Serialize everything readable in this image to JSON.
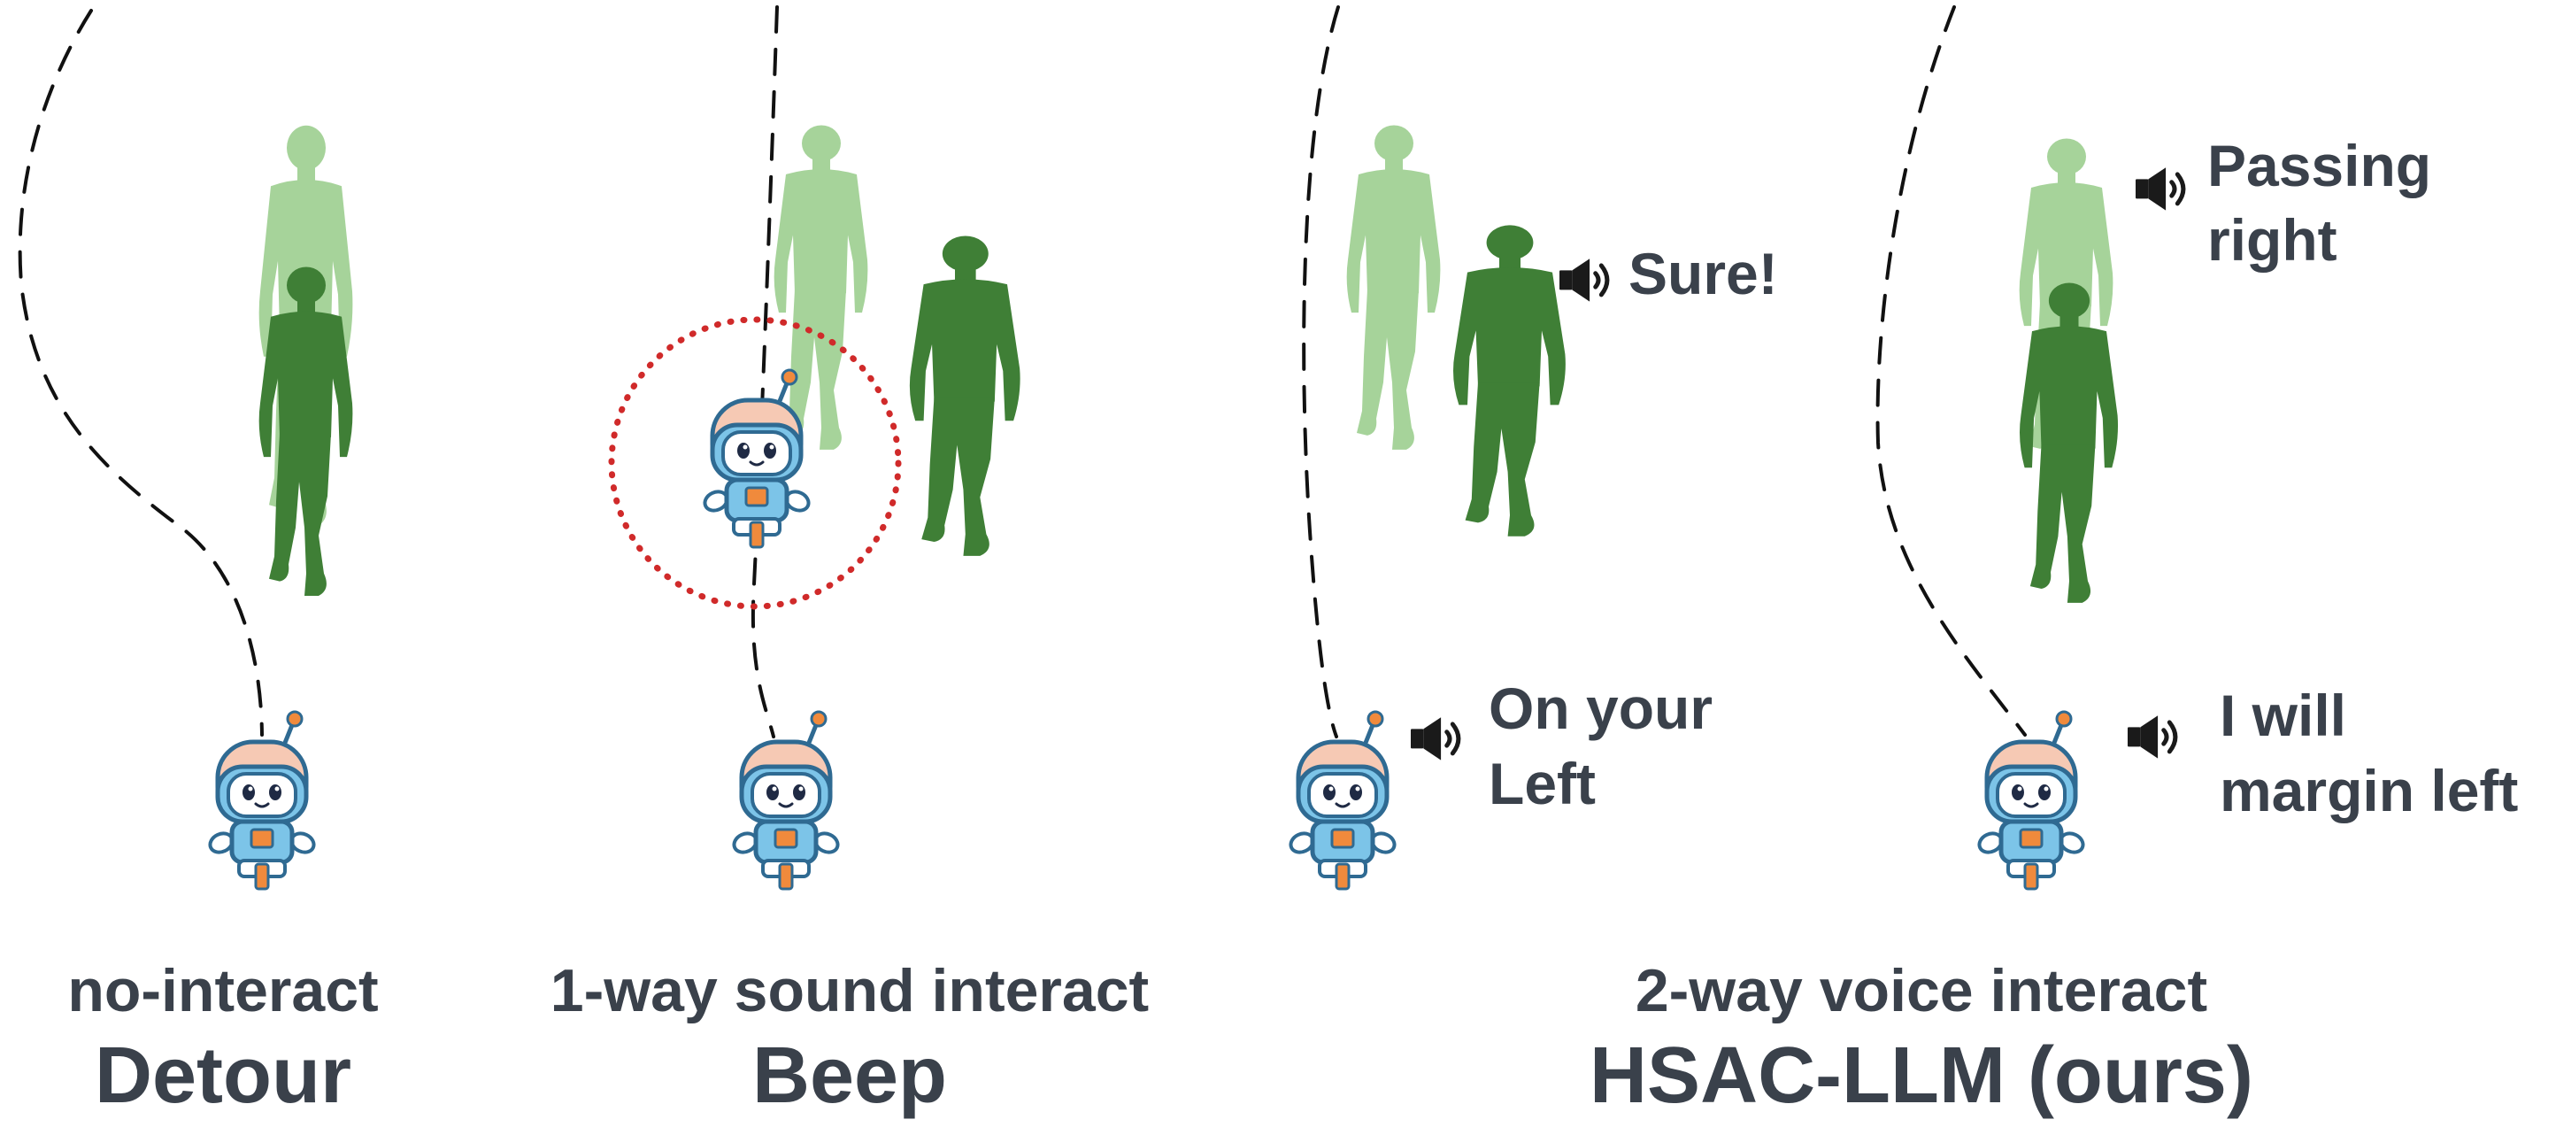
{
  "panels": [
    {
      "id": "detour",
      "subtitle": "no-interact",
      "title": "Detour"
    },
    {
      "id": "beep",
      "subtitle": "1-way sound interact",
      "title": "Beep"
    },
    {
      "id": "hsac",
      "subtitle": "2-way voice interact",
      "title": "HSAC-LLM (ours)"
    }
  ],
  "speech": {
    "sure": "Sure!",
    "on_your_left_1": "On your",
    "on_your_left_2": "Left",
    "passing_right_1": "Passing",
    "passing_right_2": "right",
    "margin_left_1": "I will",
    "margin_left_2": "margin left"
  },
  "colors": {
    "pedestrian_dark": "#3f7f36",
    "pedestrian_light": "#a6d39a",
    "caution_ring": "#d02a2a",
    "robot_body": "#7cc4e8",
    "robot_chest": "#f08a3c",
    "robot_head_top": "#f6c9b4",
    "text": "#3a414b"
  },
  "icons": [
    "robot-icon",
    "pedestrian-icon",
    "speaker-icon"
  ]
}
